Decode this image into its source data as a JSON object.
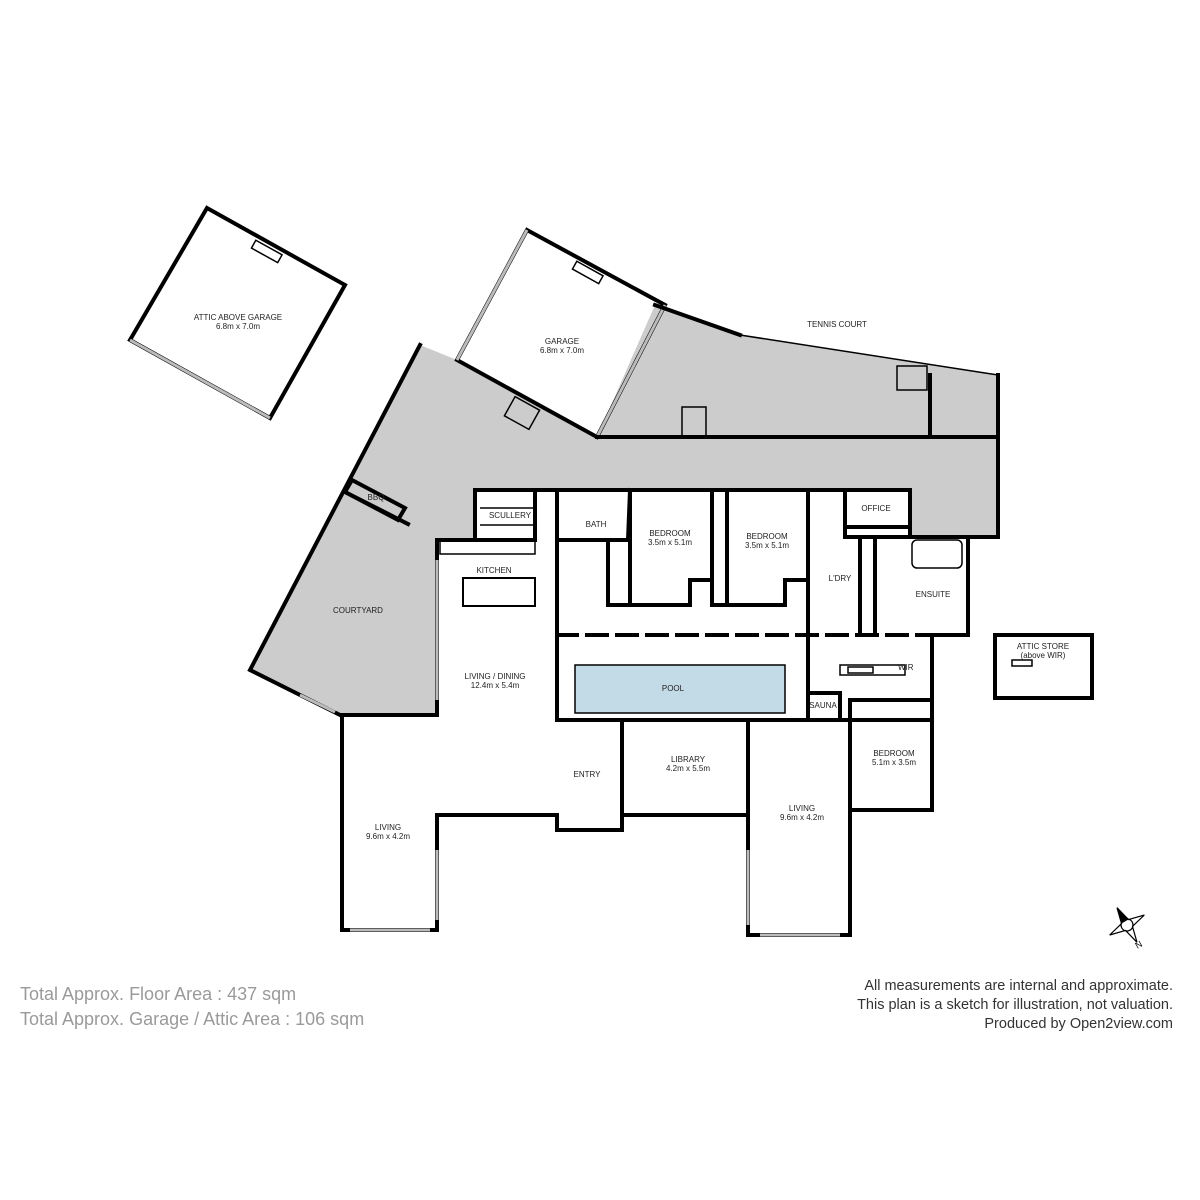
{
  "rooms": {
    "attic_above_garage": {
      "name": "ATTIC ABOVE GARAGE",
      "size": "6.8m x 7.0m"
    },
    "garage": {
      "name": "GARAGE",
      "size": "6.8m x 7.0m"
    },
    "tennis_court": {
      "name": "TENNIS COURT"
    },
    "bbq": {
      "name": "BBQ"
    },
    "courtyard": {
      "name": "COURTYARD"
    },
    "scullery": {
      "name": "SCULLERY"
    },
    "kitchen": {
      "name": "KITCHEN"
    },
    "bath": {
      "name": "BATH"
    },
    "bedroom1": {
      "name": "BEDROOM",
      "size": "3.5m x 5.1m"
    },
    "bedroom2": {
      "name": "BEDROOM",
      "size": "3.5m x 5.1m"
    },
    "laundry": {
      "name": "L'DRY"
    },
    "office": {
      "name": "OFFICE"
    },
    "ensuite": {
      "name": "ENSUITE"
    },
    "attic_store": {
      "name": "ATTIC STORE",
      "note": "(above WIR)"
    },
    "living_dining": {
      "name": "LIVING / DINING",
      "size": "12.4m x 5.4m"
    },
    "pool": {
      "name": "POOL"
    },
    "wir": {
      "name": "WIR"
    },
    "sauna": {
      "name": "SAUNA"
    },
    "bedroom3": {
      "name": "BEDROOM",
      "size": "5.1m x 3.5m"
    },
    "entry": {
      "name": "ENTRY"
    },
    "library": {
      "name": "LIBRARY",
      "size": "4.2m x 5.5m"
    },
    "living_left": {
      "name": "LIVING",
      "size": "9.6m x 4.2m"
    },
    "living_right": {
      "name": "LIVING",
      "size": "9.6m x 4.2m"
    }
  },
  "footer": {
    "floor_area": "Total Approx. Floor Area : 437 sqm",
    "garage_area": "Total Approx. Garage / Attic Area : 106 sqm",
    "disclaimer1": "All measurements are internal and approximate.",
    "disclaimer2": "This plan is a sketch for illustration, not valuation.",
    "produced_by": "Produced by Open2view.com"
  },
  "colors": {
    "outdoor": "#cccccc",
    "pool": "#c3dbe7",
    "wall": "#000000"
  }
}
